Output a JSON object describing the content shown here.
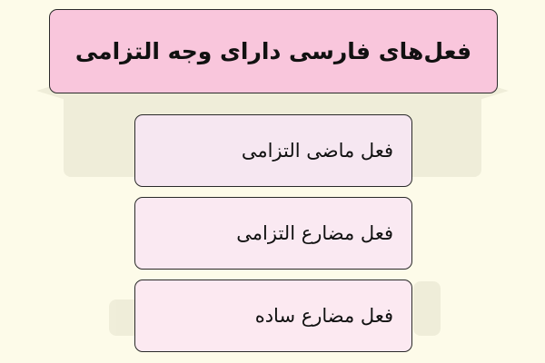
{
  "title": "فعل‌های فارسی دارای وجه التزامی",
  "items": [
    {
      "label": "فعل ماضی التزامی"
    },
    {
      "label": "فعل مضارع التزامی"
    },
    {
      "label": "فعل مضارع ساده"
    }
  ],
  "colors": {
    "background": "#fdfbe9",
    "title_fill": "#f9c6dc",
    "item_fill": "#f8e8f2",
    "border": "#2a2a2a"
  }
}
